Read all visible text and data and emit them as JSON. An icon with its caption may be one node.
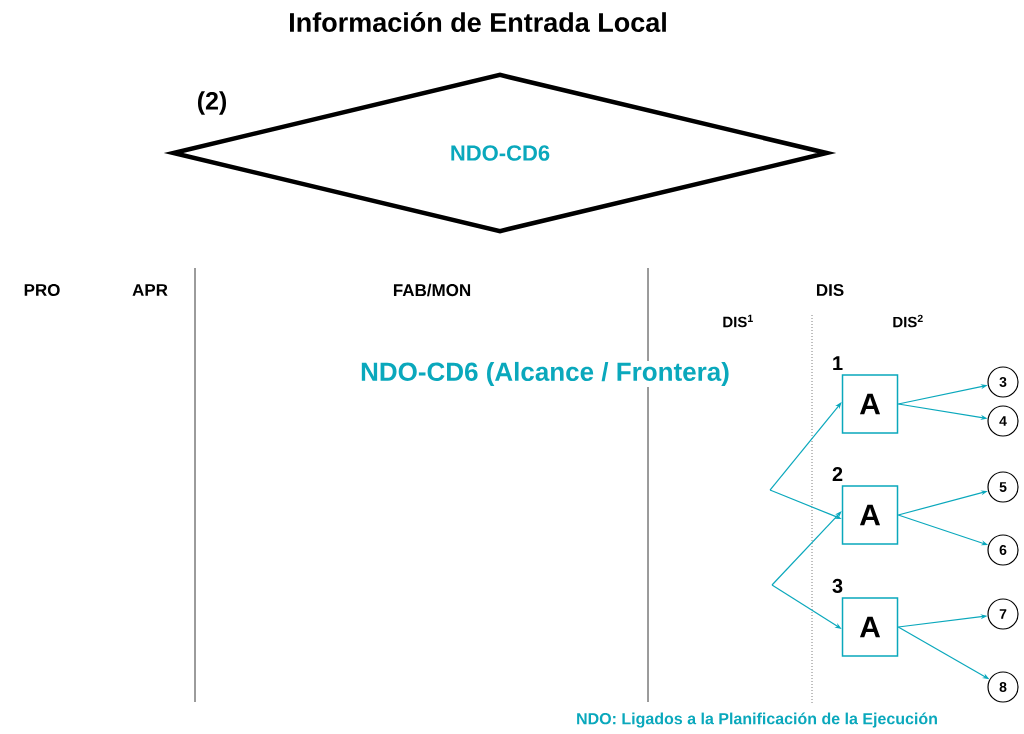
{
  "diagram": {
    "title": "Información de Entrada Local",
    "nodes": [
      {
        "text": [
          "NDO-CD6"
        ],
        "beside": [
          "(2)"
        ]
      },
      {
        "text": [
          "1",
          "A"
        ]
      },
      {
        "text": [
          "2",
          "A"
        ]
      },
      {
        "text": [
          "3",
          "A"
        ]
      },
      {
        "text": [
          "3"
        ]
      },
      {
        "text": [
          "4"
        ]
      },
      {
        "text": [
          "5"
        ]
      },
      {
        "text": [
          "6"
        ]
      },
      {
        "text": [
          "7"
        ]
      },
      {
        "text": [
          "8"
        ]
      }
    ],
    "edges": [
      {
        "from": null,
        "to": 1,
        "arrow": "to"
      },
      {
        "from": null,
        "to": 2,
        "arrow": "to"
      },
      {
        "from": null,
        "to": 2,
        "arrow": "to"
      },
      {
        "from": null,
        "to": 3,
        "arrow": "to"
      },
      {
        "from": 1,
        "to": 4,
        "arrow": "to"
      },
      {
        "from": 1,
        "to": 5,
        "arrow": "to"
      },
      {
        "from": 2,
        "to": 6,
        "arrow": "to"
      },
      {
        "from": 2,
        "to": 7,
        "arrow": "to"
      },
      {
        "from": 3,
        "to": 8,
        "arrow": "to"
      },
      {
        "from": 3,
        "to": 9,
        "arrow": "to"
      }
    ],
    "labels": [
      "PRO",
      "APR",
      "FAB/MON",
      "DIS",
      "DIS$^{1}$",
      "DIS$^{2}$",
      "NDO-CD6 (Alcance / Frontera)",
      "NDO: Ligados a la Planificación de la Ejecución"
    ]
  }
}
